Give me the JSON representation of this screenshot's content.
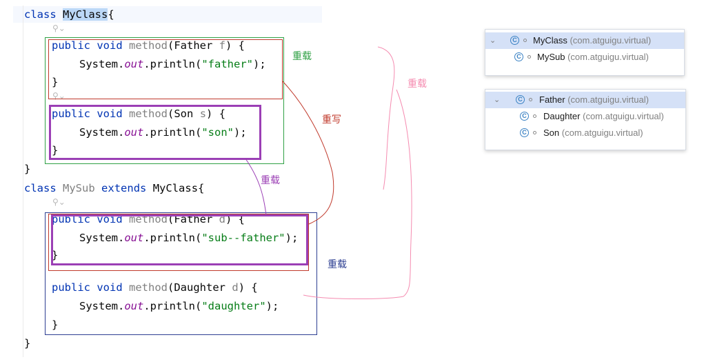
{
  "editor": {
    "line1": {
      "kw": "class",
      "name": "MyClass",
      "brace": "{"
    },
    "line2": {
      "kw1": "public",
      "kw2": "void",
      "method": "method",
      "open": "(Father ",
      "param": "f",
      "close": ") {"
    },
    "line3": {
      "prefix": "System.",
      "field": "out",
      "call": ".println(",
      "str": "\"father\"",
      "end": ");"
    },
    "line4": "}",
    "line5": {
      "kw1": "public",
      "kw2": "void",
      "method": "method",
      "open": "(Son ",
      "param": "s",
      "close": ") {"
    },
    "line6": {
      "prefix": "System.",
      "field": "out",
      "call": ".println(",
      "str": "\"son\"",
      "end": ");"
    },
    "line7": "}",
    "line8": "}",
    "line9": {
      "kw": "class",
      "name": "MySub",
      "ext": "extends",
      "parent": "MyClass",
      "brace": "{"
    },
    "line10": {
      "kw1": "public",
      "kw2": "void",
      "method": "method",
      "open": "(Father ",
      "param": "d",
      "close": ") {"
    },
    "line11": {
      "prefix": "System.",
      "field": "out",
      "call": ".println(",
      "str": "\"sub--father\"",
      "end": ");"
    },
    "line12": "}",
    "line13": {
      "kw1": "public",
      "kw2": "void",
      "method": "method",
      "open": "(Daughter ",
      "param": "d",
      "close": ") {"
    },
    "line14": {
      "prefix": "System.",
      "field": "out",
      "call": ".println(",
      "str": "\"daughter\"",
      "end": ");"
    },
    "line15": "}",
    "line16": "}",
    "hint_glyph": "⚲⌄"
  },
  "annotations": {
    "overload_green": "重载",
    "override_red": "重写",
    "overload_purple": "重载",
    "overload_pink": "重载",
    "overload_blue": "重载",
    "colors": {
      "green": "#2ea043",
      "red": "#c0392b",
      "purple": "#9b3fb5",
      "pink": "#f58bb0",
      "blue": "#2c3e91"
    }
  },
  "hierarchy_myclass": {
    "root": {
      "name": "MyClass",
      "pkg": "(com.atguigu.virtual)"
    },
    "children": [
      {
        "name": "MySub",
        "pkg": "(com.atguigu.virtual)"
      }
    ]
  },
  "hierarchy_father": {
    "root": {
      "name": "Father",
      "pkg": "(com.atguigu.virtual)"
    },
    "children": [
      {
        "name": "Daughter",
        "pkg": "(com.atguigu.virtual)"
      },
      {
        "name": "Son",
        "pkg": "(com.atguigu.virtual)"
      }
    ]
  },
  "icons": {
    "class_icon": "C",
    "chevron": "⌄"
  }
}
